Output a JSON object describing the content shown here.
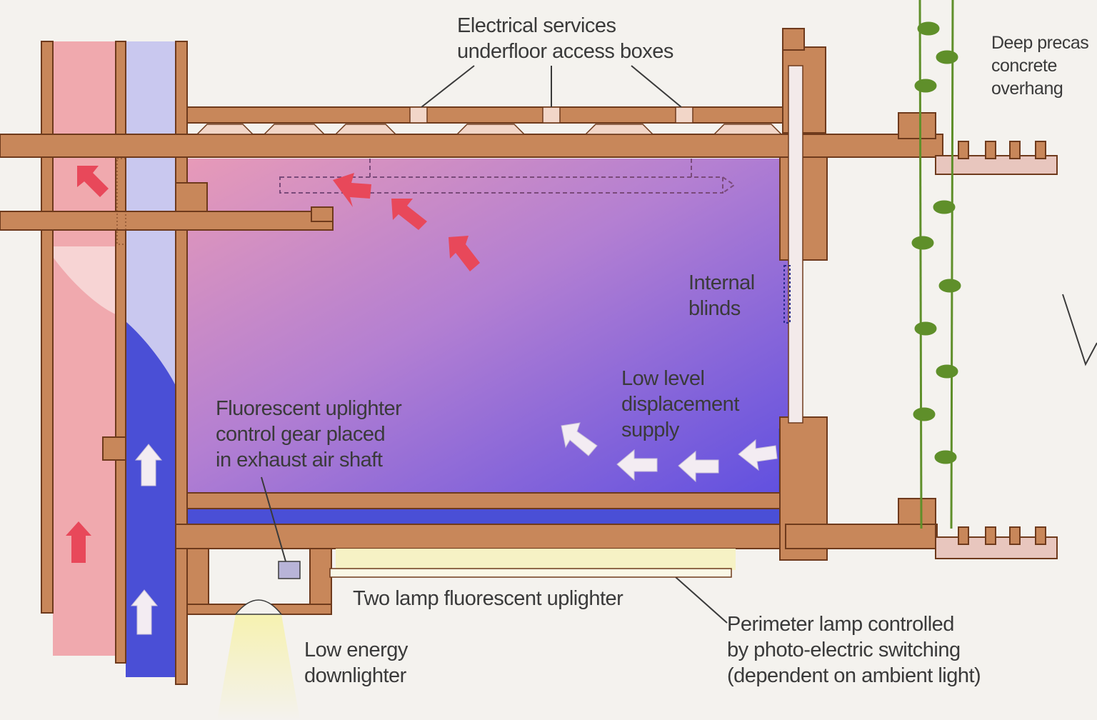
{
  "labels": {
    "electrical": {
      "line1": "Electrical services",
      "line2": "underfloor access boxes"
    },
    "overhang": {
      "line1": "Deep precas",
      "line2": "concrete",
      "line3": "overhang"
    },
    "blinds": {
      "line1": "Internal",
      "line2": "blinds"
    },
    "displacement": {
      "line1": "Low level",
      "line2": "displacement",
      "line3": "supply"
    },
    "control_gear": {
      "line1": "Fluorescent uplighter",
      "line2": "control gear placed",
      "line3": "in exhaust air shaft"
    },
    "uplighter": {
      "line1": "Two lamp fluorescent uplighter"
    },
    "downlighter": {
      "line1": "Low energy",
      "line2": "downlighter"
    },
    "perimeter": {
      "line1": "Perimeter lamp controlled",
      "line2": "by photo-electric switching",
      "line3": "(dependent on ambient light)"
    }
  },
  "colors": {
    "concrete": "#c8875a",
    "concrete_outline": "#6e3a1c",
    "exhaust_air": "#f0a9ae",
    "supply_air": "#4a4fd6",
    "supply_air_light": "#c9c8ef",
    "room_warm": "#e79ab8",
    "room_cool": "#5f4fe0",
    "hot_arrow": "#e8485a",
    "cool_arrow": "#f3ecf2",
    "lamp": "#f6f2c0",
    "foliage": "#5f8f2a"
  }
}
